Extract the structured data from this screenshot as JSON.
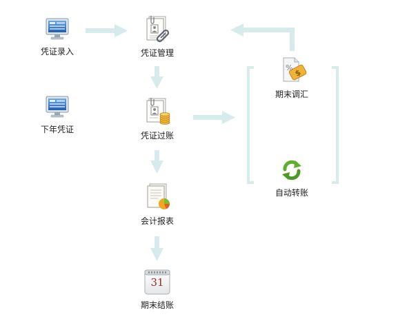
{
  "colors": {
    "arrow": "#d6ecec",
    "bracket": "#d6ecec",
    "label": "#222222"
  },
  "nodes": [
    {
      "id": "voucher-entry",
      "label": "凭证录入",
      "icon": "monitor-icon"
    },
    {
      "id": "next-year-voucher",
      "label": "下年凭证",
      "icon": "monitor-icon"
    },
    {
      "id": "voucher-management",
      "label": "凭证管理",
      "icon": "document-link-icon"
    },
    {
      "id": "voucher-posting",
      "label": "凭证过账",
      "icon": "document-coins-icon"
    },
    {
      "id": "accounting-reports",
      "label": "会计报表",
      "icon": "document-chart-icon"
    },
    {
      "id": "period-end-closing",
      "label": "期末结账",
      "icon": "calendar-icon"
    },
    {
      "id": "period-end-adjustment",
      "label": "期末调汇",
      "icon": "percent-dollar-icon"
    },
    {
      "id": "auto-transfer",
      "label": "自动转账",
      "icon": "refresh-icon"
    }
  ],
  "calendar_day": "31"
}
